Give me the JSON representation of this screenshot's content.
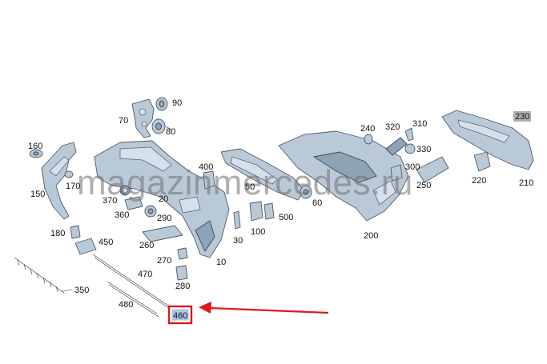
{
  "diagram": {
    "callouts": [
      {
        "id": "c90",
        "label": "90"
      },
      {
        "id": "c70",
        "label": "70"
      },
      {
        "id": "c80",
        "label": "80"
      },
      {
        "id": "c160",
        "label": "160"
      },
      {
        "id": "c150",
        "label": "150"
      },
      {
        "id": "c170",
        "label": "170"
      },
      {
        "id": "c370",
        "label": "370"
      },
      {
        "id": "c20",
        "label": "20"
      },
      {
        "id": "c360",
        "label": "360"
      },
      {
        "id": "c290",
        "label": "290"
      },
      {
        "id": "c400",
        "label": "400"
      },
      {
        "id": "c50",
        "label": "50"
      },
      {
        "id": "c60",
        "label": "60"
      },
      {
        "id": "c240",
        "label": "240"
      },
      {
        "id": "c320",
        "label": "320"
      },
      {
        "id": "c310",
        "label": "310"
      },
      {
        "id": "c330",
        "label": "330"
      },
      {
        "id": "c300",
        "label": "300"
      },
      {
        "id": "c250",
        "label": "250"
      },
      {
        "id": "c230",
        "label": "230"
      },
      {
        "id": "c220",
        "label": "220"
      },
      {
        "id": "c210",
        "label": "210"
      },
      {
        "id": "c500",
        "label": "500"
      },
      {
        "id": "c100",
        "label": "100"
      },
      {
        "id": "c30",
        "label": "30"
      },
      {
        "id": "c10",
        "label": "10"
      },
      {
        "id": "c200",
        "label": "200"
      },
      {
        "id": "c180",
        "label": "180"
      },
      {
        "id": "c450",
        "label": "450"
      },
      {
        "id": "c260",
        "label": "260"
      },
      {
        "id": "c270",
        "label": "270"
      },
      {
        "id": "c280",
        "label": "280"
      },
      {
        "id": "c470",
        "label": "470"
      },
      {
        "id": "c350",
        "label": "350"
      },
      {
        "id": "c480",
        "label": "480"
      }
    ],
    "highlighted_callout": "460",
    "watermark": "magazinmercedes.ru",
    "colors": {
      "part_fill": "#b9c9d8",
      "highlight_fill": "#a9c7e6",
      "highlight_border": "#e0161c",
      "arrow": "#e0161c",
      "label_230_bg": "#b0b0b0"
    }
  }
}
